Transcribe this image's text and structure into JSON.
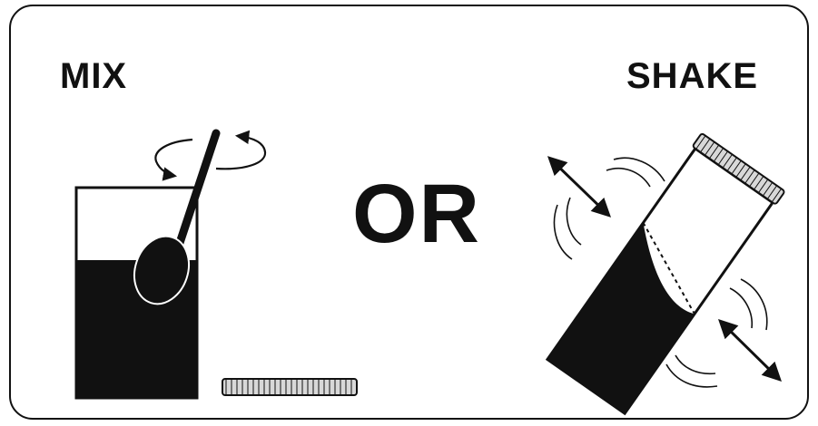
{
  "labels": {
    "mix": "MIX",
    "or": "OR",
    "shake": "SHAKE"
  },
  "colors": {
    "ink": "#111111",
    "outline": "#111111",
    "background": "#ffffff",
    "lid_fill": "#cfcfcf"
  },
  "icons": {
    "mix_illustration": "glass-with-spoon-icon",
    "rotation_arrows": "rotation-arrows-icon",
    "shake_illustration": "tilted-jar-icon",
    "motion_arrows": "double-headed-arrow-icon",
    "loose_lid": "lid-icon"
  }
}
